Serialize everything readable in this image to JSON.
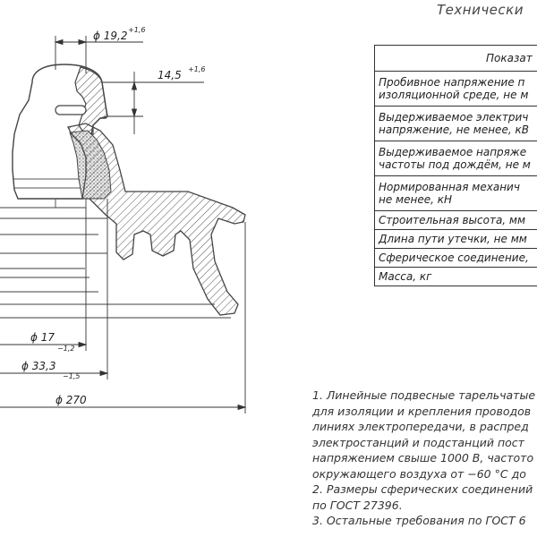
{
  "header": {
    "title": "Технически"
  },
  "dimensions": {
    "d_top": {
      "value": "ϕ 19,2",
      "tol": "+1,6"
    },
    "cap_w": {
      "value": "14,5",
      "tol": "+1,6"
    },
    "d_pin": {
      "value": "ϕ 17",
      "tol": "−1,2"
    },
    "d_ball": {
      "value": "ϕ 33,3",
      "tol": "−1,5"
    },
    "d_disc": {
      "value": "ϕ 270"
    }
  },
  "spec_table": {
    "header": "Показат",
    "rows": [
      {
        "lines": [
          "Пробивное напряжение п",
          "изоляционной среде, не м"
        ]
      },
      {
        "lines": [
          "Выдерживаемое электрич",
          "напряжение, не менее, кВ"
        ]
      },
      {
        "lines": [
          "Выдерживаемое напряже",
          "частоты под дождём, не м"
        ]
      },
      {
        "lines": [
          "Нормированная механич",
          "не менее, кН"
        ]
      },
      {
        "lines": [
          "Строительная высота, мм"
        ]
      },
      {
        "lines": [
          "Длина пути утечки, не мм"
        ]
      },
      {
        "lines": [
          "Сферическое соединение,"
        ]
      },
      {
        "lines": [
          "Масса, кг"
        ]
      }
    ]
  },
  "notes": [
    "1. Линейные подвесные тарельчатые",
    "для изоляции и крепления проводов",
    "линиях электропередачи, в распред",
    "электростанций и подстанций пост",
    "напряжением свыше 1000 В, частото",
    "окружающего воздуха от −60 °С до",
    "2. Размеры сферических соединений",
    "по ГОСТ 27396.",
    "3. Остальные требования по ГОСТ 6"
  ]
}
